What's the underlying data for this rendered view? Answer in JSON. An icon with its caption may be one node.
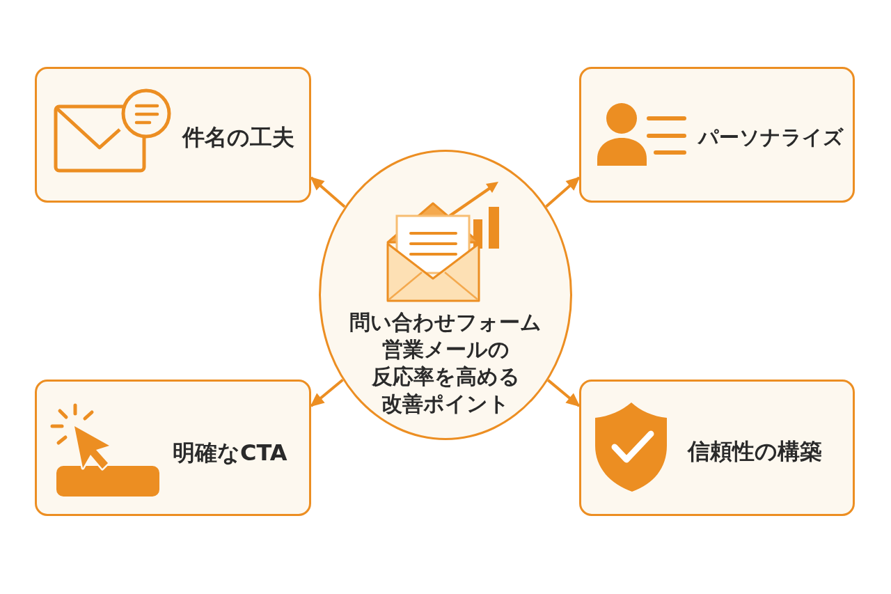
{
  "diagram": {
    "nodes": [
      {
        "text": [
          "件名の工夫"
        ]
      },
      {
        "text": [
          "パーソナライズ"
        ]
      },
      {
        "text": [
          "問い合わせフォーム営業メールの反応率を高める改善ポイント"
        ]
      },
      {
        "text": [
          "明確なCTA"
        ]
      },
      {
        "text": [
          "信頼性の構築"
        ]
      }
    ],
    "edges": [
      {
        "from": 2,
        "to": 0,
        "arrow": "to"
      },
      {
        "from": 2,
        "to": 1,
        "arrow": "to"
      },
      {
        "from": 2,
        "to": 3,
        "arrow": "to"
      },
      {
        "from": 2,
        "to": 4,
        "arrow": "to"
      }
    ]
  }
}
